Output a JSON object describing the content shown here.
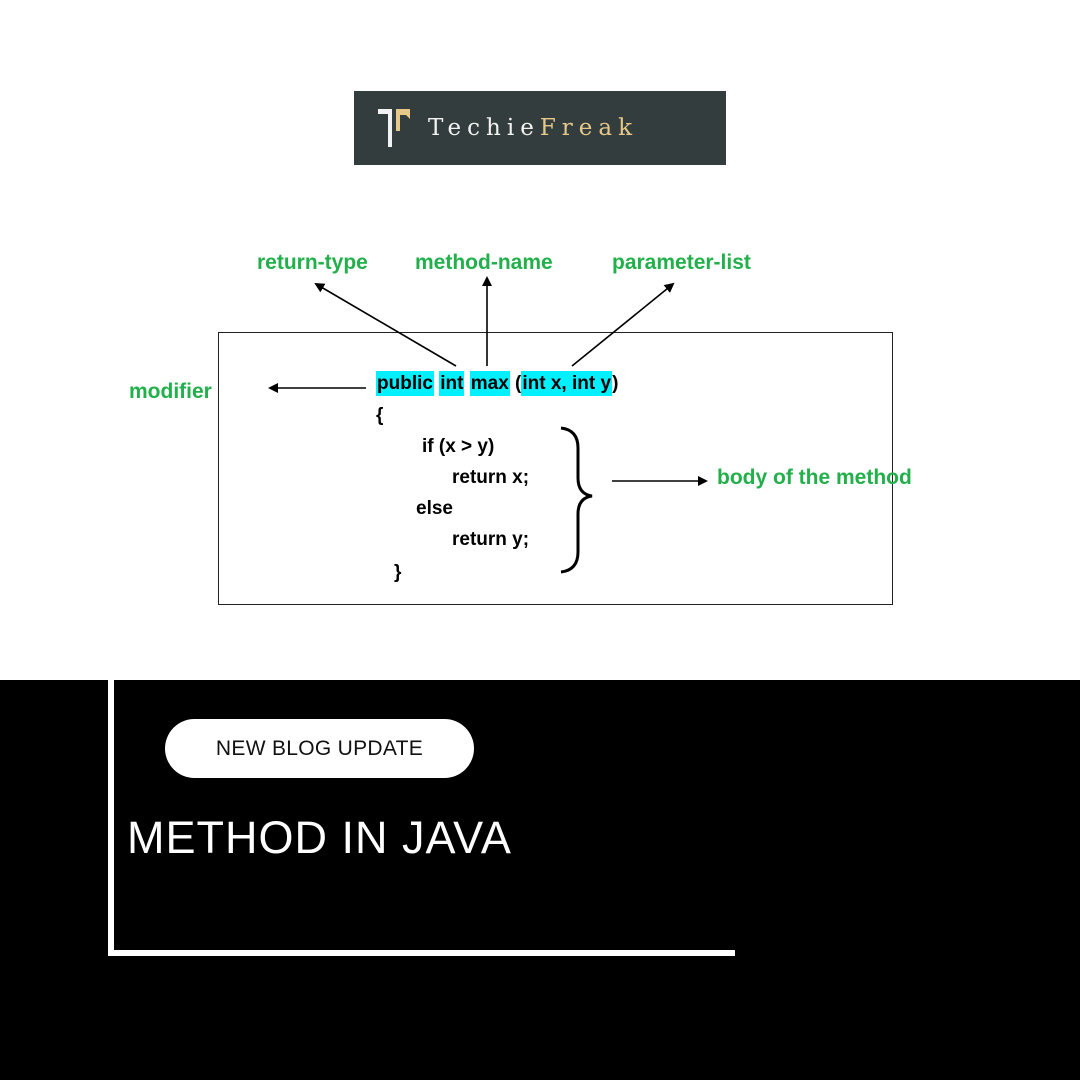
{
  "logo": {
    "word1": "Techie",
    "word2": "Freak"
  },
  "diagram": {
    "labels": {
      "return_type": "return-type",
      "method_name": "method-name",
      "parameter_list": "parameter-list",
      "modifier": "modifier",
      "body": "body of the method"
    },
    "code": {
      "modifier": "public",
      "return_type": "int",
      "method_name": "max",
      "paren_open": "(",
      "params": "int x, int y",
      "paren_close": ")",
      "brace_open": "{",
      "line_if": "if (x > y)",
      "line_return_x": "return x;",
      "line_else": "else",
      "line_return_y": "return y;",
      "brace_close": "}"
    },
    "colors": {
      "label": "#22b04b",
      "highlight": "#00f0ff"
    }
  },
  "banner": {
    "badge": "NEW BLOG UPDATE",
    "title": "METHOD IN JAVA",
    "background": "#000000"
  }
}
